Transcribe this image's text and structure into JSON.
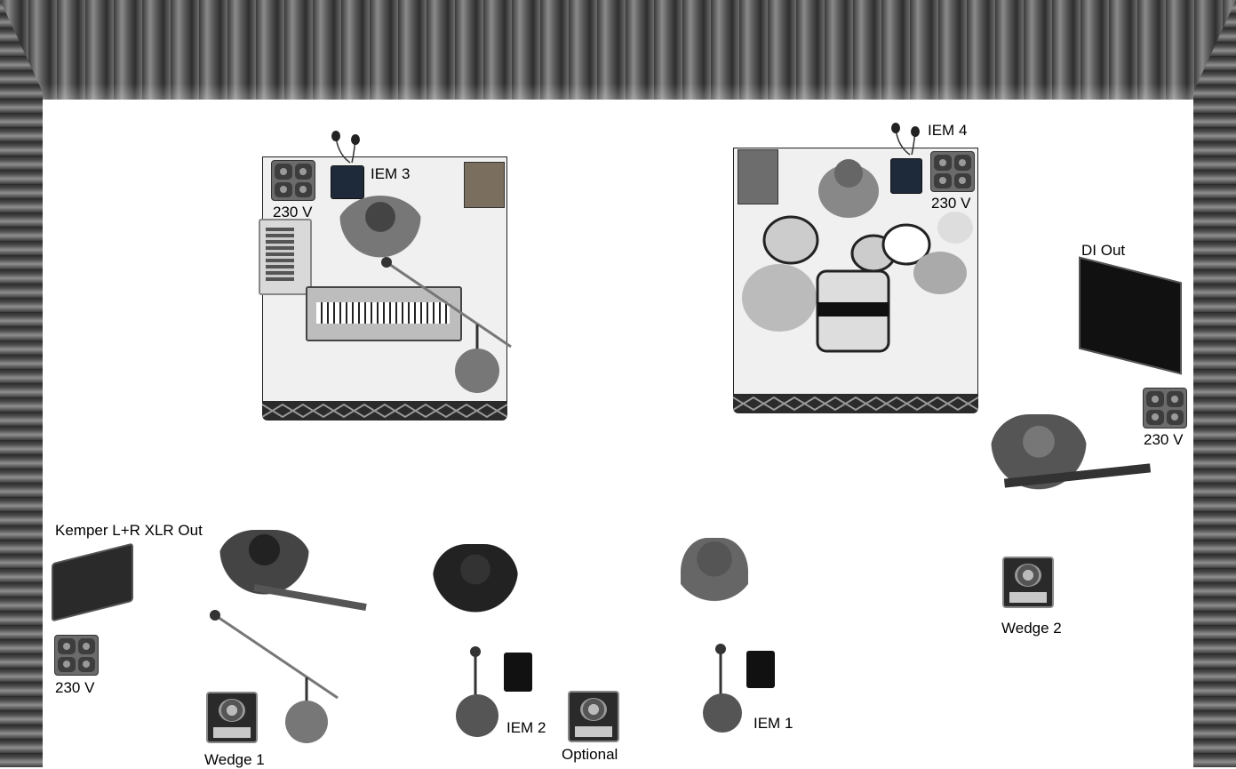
{
  "labels": {
    "iem3": "IEM 3",
    "iem4": "IEM 4",
    "iem2": "IEM 2",
    "iem1": "IEM 1",
    "volt_keys": "230 V",
    "volt_drums": "230 V",
    "volt_bass": "230 V",
    "volt_gtr": "230 V",
    "di_out": "DI Out",
    "kemper": "Kemper L+R XLR Out",
    "wedge1": "Wedge 1",
    "wedge2": "Wedge 2",
    "optional": "Optional"
  },
  "colors": {
    "riser": "#f0f0f0",
    "truss": "#2b2b2b",
    "curtain_dark": "#3a3a3a",
    "curtain_light": "#8a8a8a"
  },
  "icons": [
    "curtain",
    "drum-riser",
    "keys-riser",
    "power-outlet",
    "in-ear-monitor",
    "wedge-monitor",
    "microphone-stand",
    "amplifier",
    "keyboard",
    "laptop",
    "drum-kit",
    "bass-guitar",
    "electric-guitar",
    "wireless-pack"
  ]
}
